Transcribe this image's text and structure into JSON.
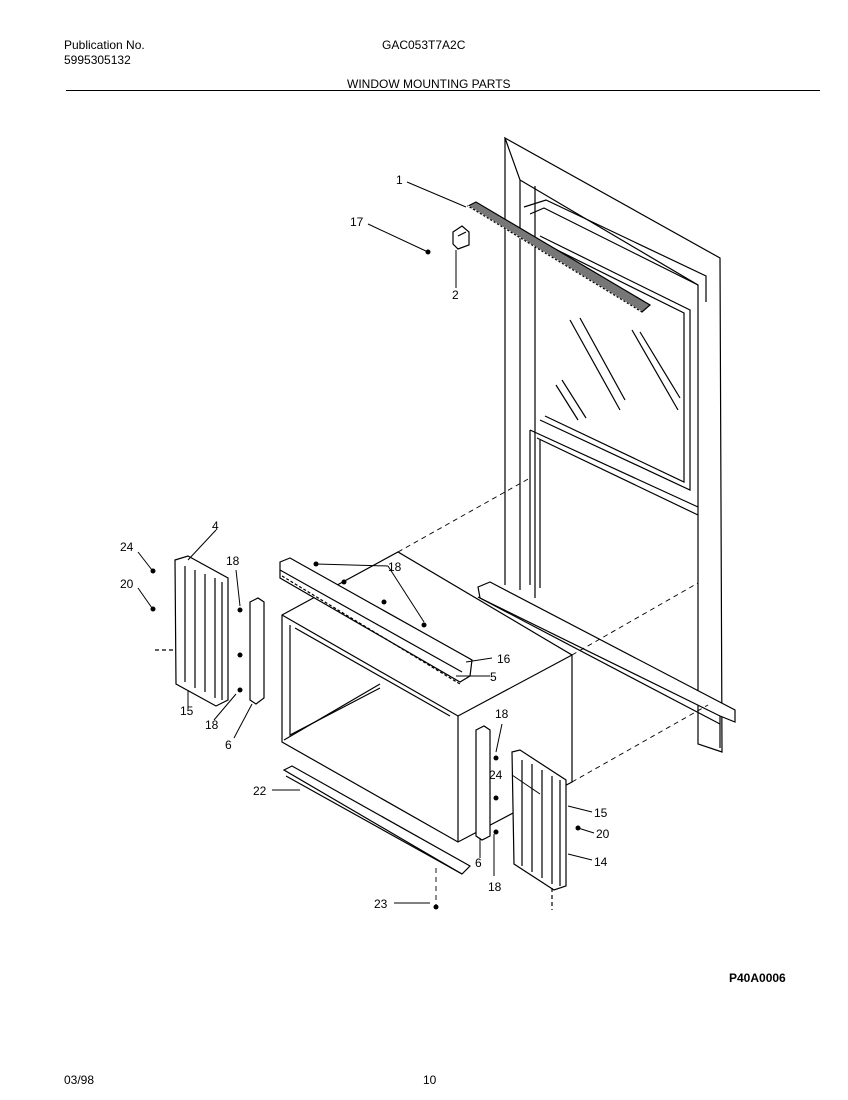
{
  "header": {
    "publication_label": "Publication No.",
    "publication_number": "5995305132",
    "model": "GAC053T7A2C",
    "section_title": "WINDOW MOUNTING PARTS"
  },
  "callouts": {
    "c1": "1",
    "c17": "17",
    "c2": "2",
    "c4": "4",
    "c24a": "24",
    "c20a": "20",
    "c18a": "18",
    "c18b": "18",
    "c16": "16",
    "c5": "5",
    "c15a": "15",
    "c18c": "18",
    "c6a": "6",
    "c18d": "18",
    "c22": "22",
    "c24b": "24",
    "c15b": "15",
    "c20b": "20",
    "c14": "14",
    "c6b": "6",
    "c18e": "18",
    "c23": "23"
  },
  "drawing_code": "P40A0006",
  "footer": {
    "date": "03/98",
    "page": "10"
  }
}
